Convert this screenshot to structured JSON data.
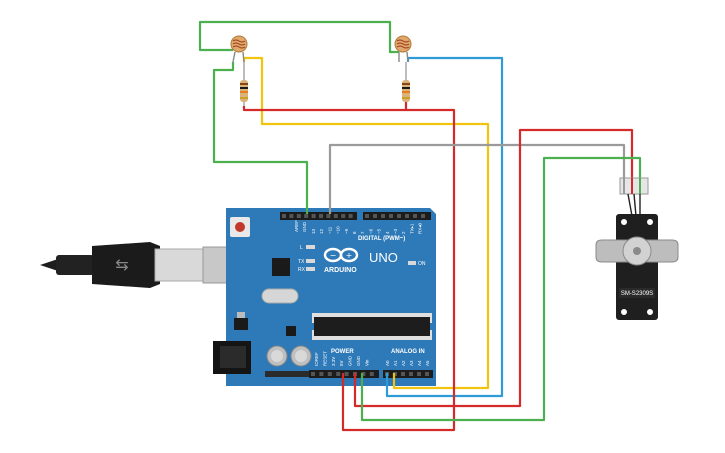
{
  "board": {
    "brand": "ARDUINO",
    "model": "UNO",
    "digital_header": "DIGITAL (PWM~)",
    "power_header": "POWER",
    "analog_header": "ANALOG IN",
    "aref": "AREF",
    "gnd": "GND",
    "led_l": "L",
    "led_tx": "TX",
    "led_rx": "RX",
    "on_label": "ON",
    "digital_pins": [
      "13",
      "12",
      "~11",
      "~10",
      "~9",
      "8",
      "7",
      "~6",
      "~5",
      "4",
      "~3",
      "2",
      "TX▸1",
      "RX◂0"
    ],
    "power_pins": [
      "IOREF",
      "RESET",
      "3.3V",
      "5V",
      "GND",
      "GND",
      "Vin"
    ],
    "analog_pins": [
      "A0",
      "A1",
      "A2",
      "A3",
      "A4",
      "A5"
    ]
  },
  "servo": {
    "model": "SM-S2309S"
  },
  "colors": {
    "board": "#2e79b7",
    "wire_red": "#d42a2a",
    "wire_green": "#4caf50",
    "wire_yellow": "#f1c40f",
    "wire_blue": "#2f9bd6",
    "wire_gray": "#9a9a9a"
  }
}
